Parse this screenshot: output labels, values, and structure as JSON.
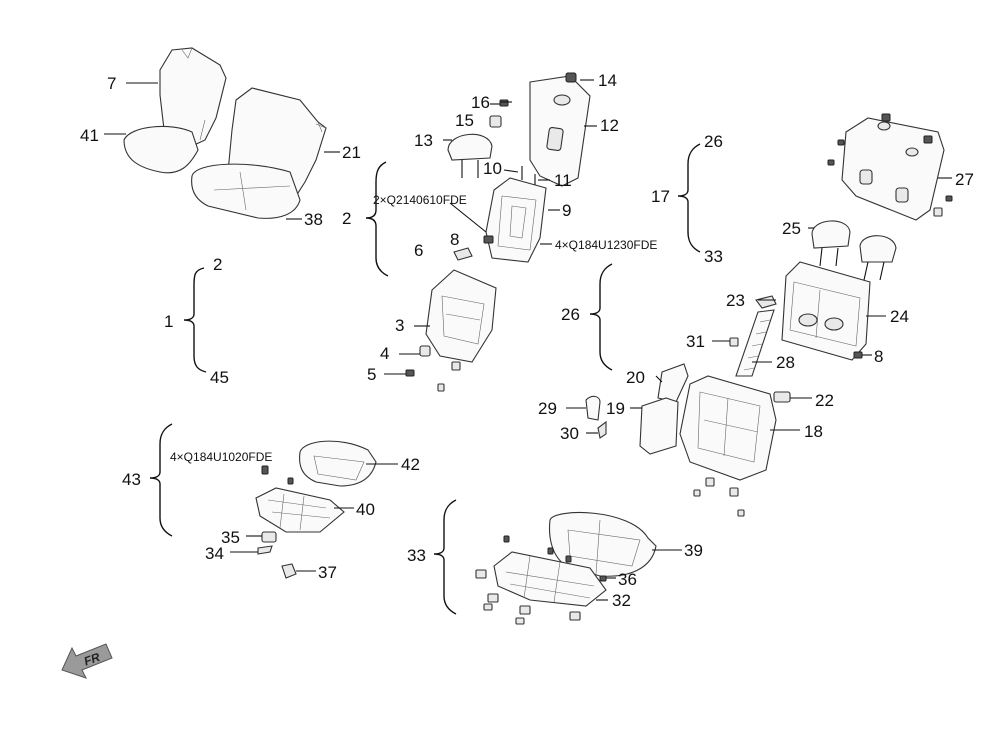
{
  "callouts": {
    "c7": "7",
    "c41": "41",
    "c21": "21",
    "c38": "38",
    "c1": "1",
    "c2_top": "2",
    "c45": "45",
    "c2": "2",
    "c13": "13",
    "c15": "15",
    "c16": "16",
    "c14": "14",
    "c12": "12",
    "c10": "10",
    "c11": "11",
    "c9": "9",
    "c8a": "8",
    "c6": "6",
    "c3": "3",
    "c4": "4",
    "c5": "5",
    "c26a": "26",
    "c17": "17",
    "c33a": "33",
    "c27": "27",
    "c25": "25",
    "c23": "23",
    "c24": "24",
    "c31": "31",
    "c8b": "8",
    "c28": "28",
    "c26b": "26",
    "c20": "20",
    "c22": "22",
    "c29": "29",
    "c19": "19",
    "c18": "18",
    "c30": "30",
    "c43": "43",
    "c42": "42",
    "c40": "40",
    "c35": "35",
    "c34": "34",
    "c37": "37",
    "c33b": "33",
    "c39": "39",
    "c36": "36",
    "c32": "32"
  },
  "codes": {
    "code_2x": "2×Q2140610FDE",
    "code_4x_a": "4×Q184U1230FDE",
    "code_4x_b": "4×Q184U1020FDE"
  },
  "direction": {
    "label": "FR"
  }
}
